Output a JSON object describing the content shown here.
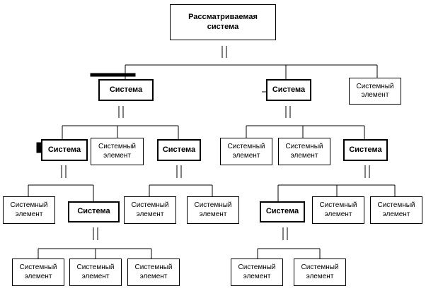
{
  "colors": {
    "line": "#000000",
    "box": "#ffffff",
    "text": "#000000"
  },
  "diagram": {
    "root_label": "Рассматриваемая\nсистема",
    "system_label": "Система",
    "element_label": "Системный\nэлемент"
  }
}
